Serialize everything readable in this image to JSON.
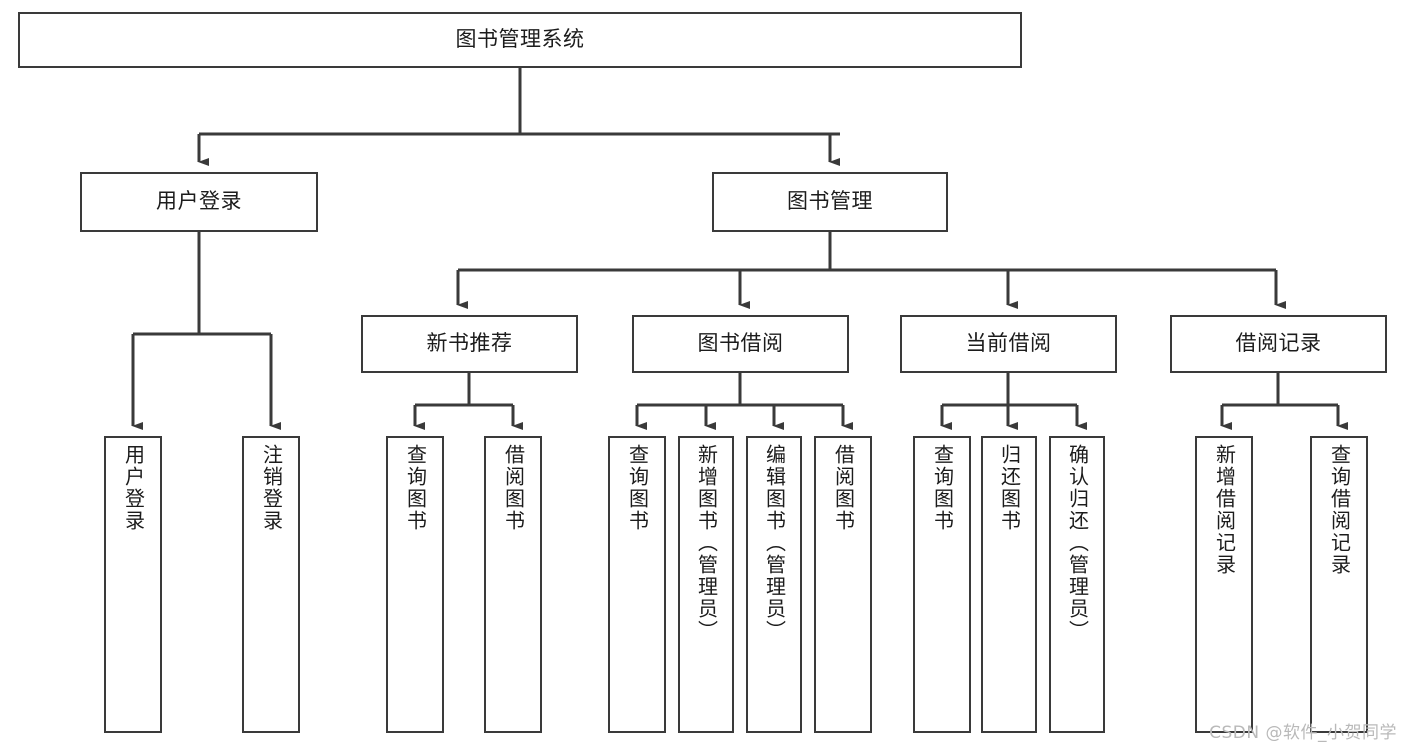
{
  "diagram": {
    "title": "图书管理系统",
    "watermark": "CSDN @软件_小贺同学",
    "line_color": "#3a3a3a",
    "box_fill": "#ffffff",
    "text_color": "#1c1c1c",
    "watermark_color": "#b9b9b9",
    "type": "tree-hierarchy",
    "root": {
      "label": "图书管理系统"
    },
    "level2": [
      {
        "label": "用户登录"
      },
      {
        "label": "图书管理"
      }
    ],
    "level3": [
      {
        "label": "新书推荐",
        "parent": "图书管理"
      },
      {
        "label": "图书借阅",
        "parent": "图书管理"
      },
      {
        "label": "当前借阅",
        "parent": "图书管理"
      },
      {
        "label": "借阅记录",
        "parent": "图书管理"
      }
    ],
    "leaves": {
      "user_login": [
        {
          "label": "用户登录"
        },
        {
          "label": "注销登录"
        }
      ],
      "new_book_recommend": [
        {
          "label": "查询图书"
        },
        {
          "label": "借阅图书"
        }
      ],
      "book_borrow": [
        {
          "label": "查询图书"
        },
        {
          "label": "新增图书（管理员）"
        },
        {
          "label": "编辑图书（管理员）"
        },
        {
          "label": "借阅图书"
        }
      ],
      "current_borrow": [
        {
          "label": "查询图书"
        },
        {
          "label": "归还图书"
        },
        {
          "label": "确认归还（管理员）"
        }
      ],
      "borrow_record": [
        {
          "label": "新增借阅记录"
        },
        {
          "label": "查询借阅记录"
        }
      ]
    }
  }
}
